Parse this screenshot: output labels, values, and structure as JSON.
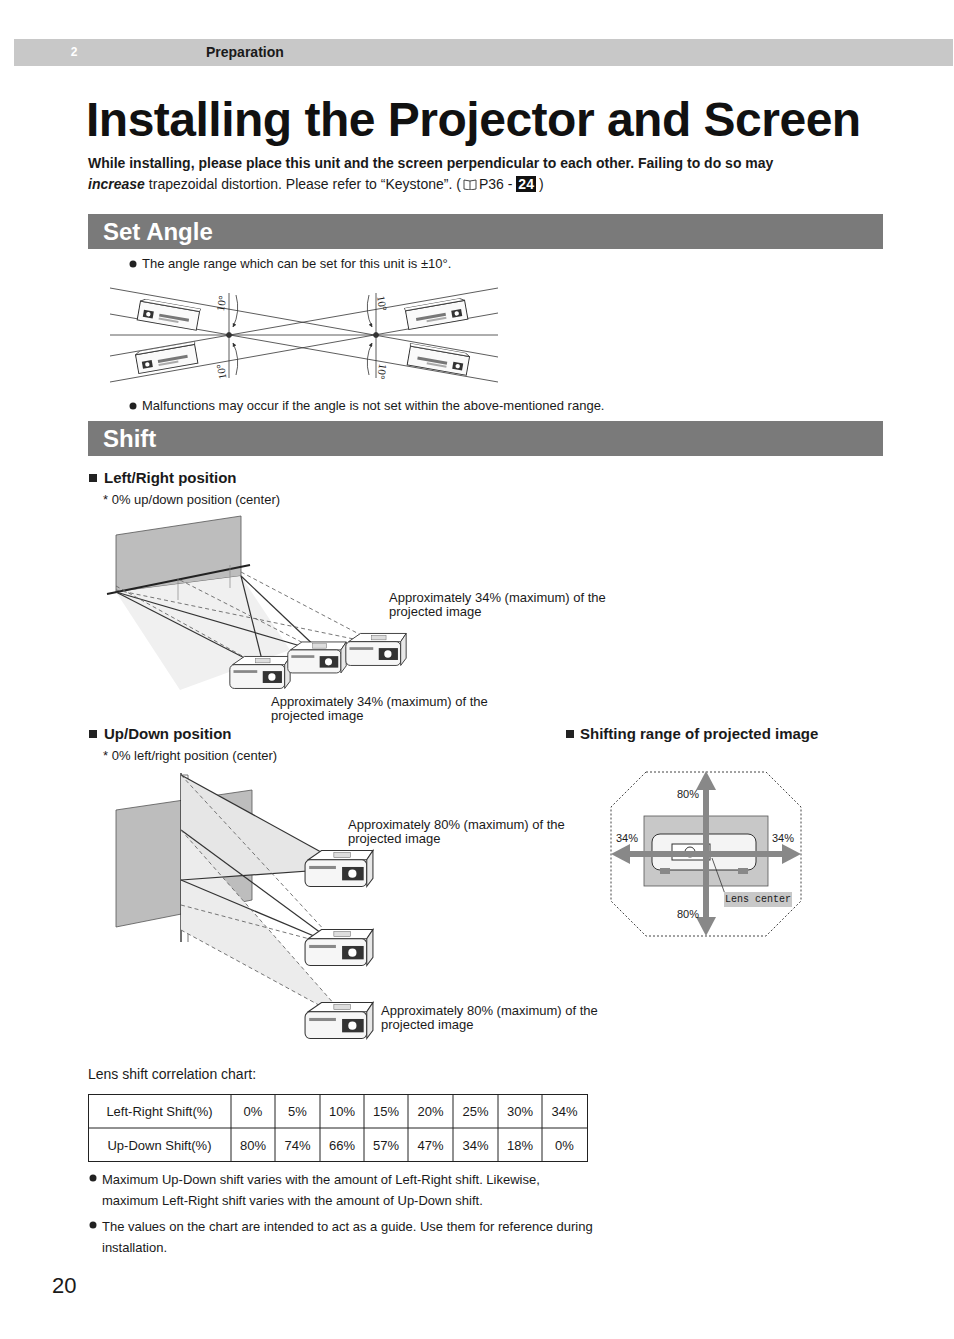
{
  "diagram": {
    "title": "Installing the Projector and Screen",
    "nodes": [
      {
        "text": [
          "Preparation"
        ]
      },
      {
        "text": [
          "Set Angle"
        ]
      },
      {
        "text": [
          "Shift"
        ]
      }
    ],
    "labels": [
      "2",
      "While installing, please place this unit and the screen perpendicular to each other. Failing to do so may",
      "increase",
      "trapezoidal distortion. Please refer to “Keystone”. (",
      "P36 -",
      "24",
      ")",
      "The angle range which can be set for this unit is ±10°.",
      "10°",
      "10°",
      "10°",
      "10°",
      "Malfunctions may occur if the angle is not set within the above-mentioned range.",
      "Left/Right position",
      "* 0% up/down position (center)",
      "Approximately 34% (maximum) of the projected image",
      "Approximately 34% (maximum) of the projected image",
      "Up/Down position",
      "* 0% left/right position (center)",
      "Approximately 80% (maximum) of the projected image",
      "Approximately 80% (maximum) of the projected image",
      "Shifting range of projected image",
      "80%",
      "34%",
      "34%",
      "80%",
      "Lens center",
      "Lens shift correlation chart:",
      "Left-Right Shift(%)",
      "0%",
      "5%",
      "10%",
      "15%",
      "20%",
      "25%",
      "30%",
      "34%",
      "Up-Down Shift(%)",
      "80%",
      "74%",
      "66%",
      "57%",
      "47%",
      "34%",
      "18%",
      "0%",
      "Maximum Up-Down shift varies with the amount of Left-Right shift. Likewise, maximum Left-Right shift varies with the amount of Up-Down shift.",
      "The values on the chart are intended to act as a guide. Use them for reference during installation.",
      "20"
    ]
  }
}
